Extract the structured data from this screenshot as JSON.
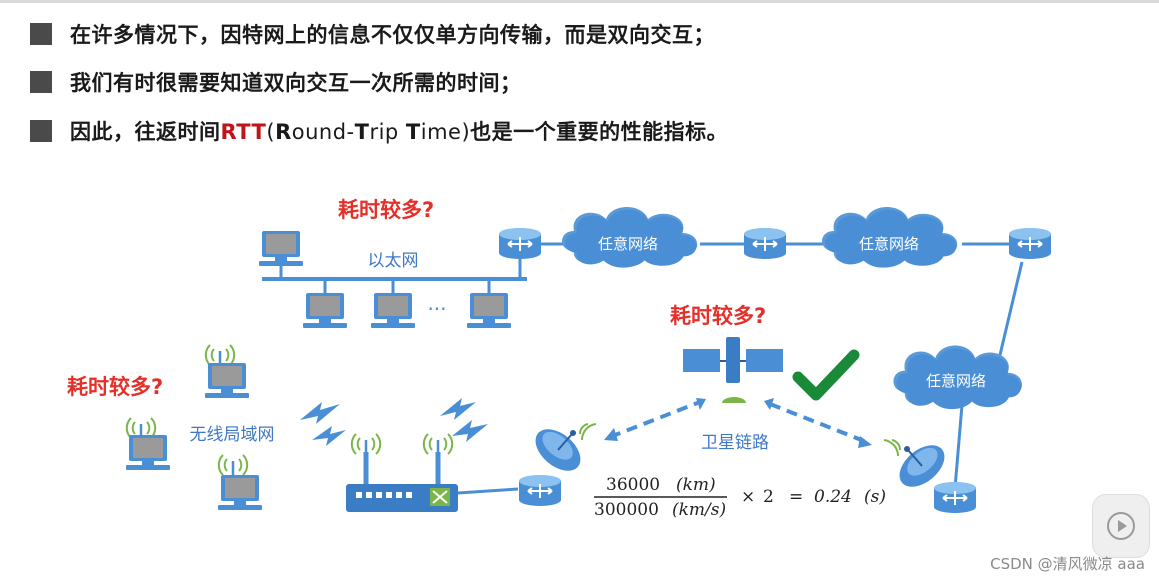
{
  "bullets": [
    {
      "text": "在许多情况下，因特网上的信息不仅仅单方向传输，而是双向交互；"
    },
    {
      "prefix": "我们有时很需要知道双向交互一次所需的时间；"
    },
    {
      "pre": "因此，往返时间",
      "rtt": "RTT",
      "p1": "(",
      "r": "R",
      "ound": "ound-",
      "t": "T",
      "rip": "rip ",
      "t2": "T",
      "ime": "ime)",
      "post": "也是一个重要的性能指标。"
    }
  ],
  "diagram": {
    "question": "耗时较多?",
    "ethernet_label": "以太网",
    "ellipsis": "···",
    "wlan_label": "无线局域网",
    "cloud_label": "任意网络",
    "satellite_label": "卫星链路",
    "formula": {
      "num_value": "36000",
      "num_unit": "(km)",
      "den_value": "300000",
      "den_unit": "(km/s)",
      "times": "×",
      "two": "2",
      "equals": "=",
      "result": "0.24",
      "result_unit": "(s)"
    },
    "colors": {
      "accent_blue": "#4a8fd6",
      "question_red": "#e5302a",
      "check_green": "#1a8a3a"
    }
  },
  "watermark": "CSDN @清风微凉 aaa"
}
